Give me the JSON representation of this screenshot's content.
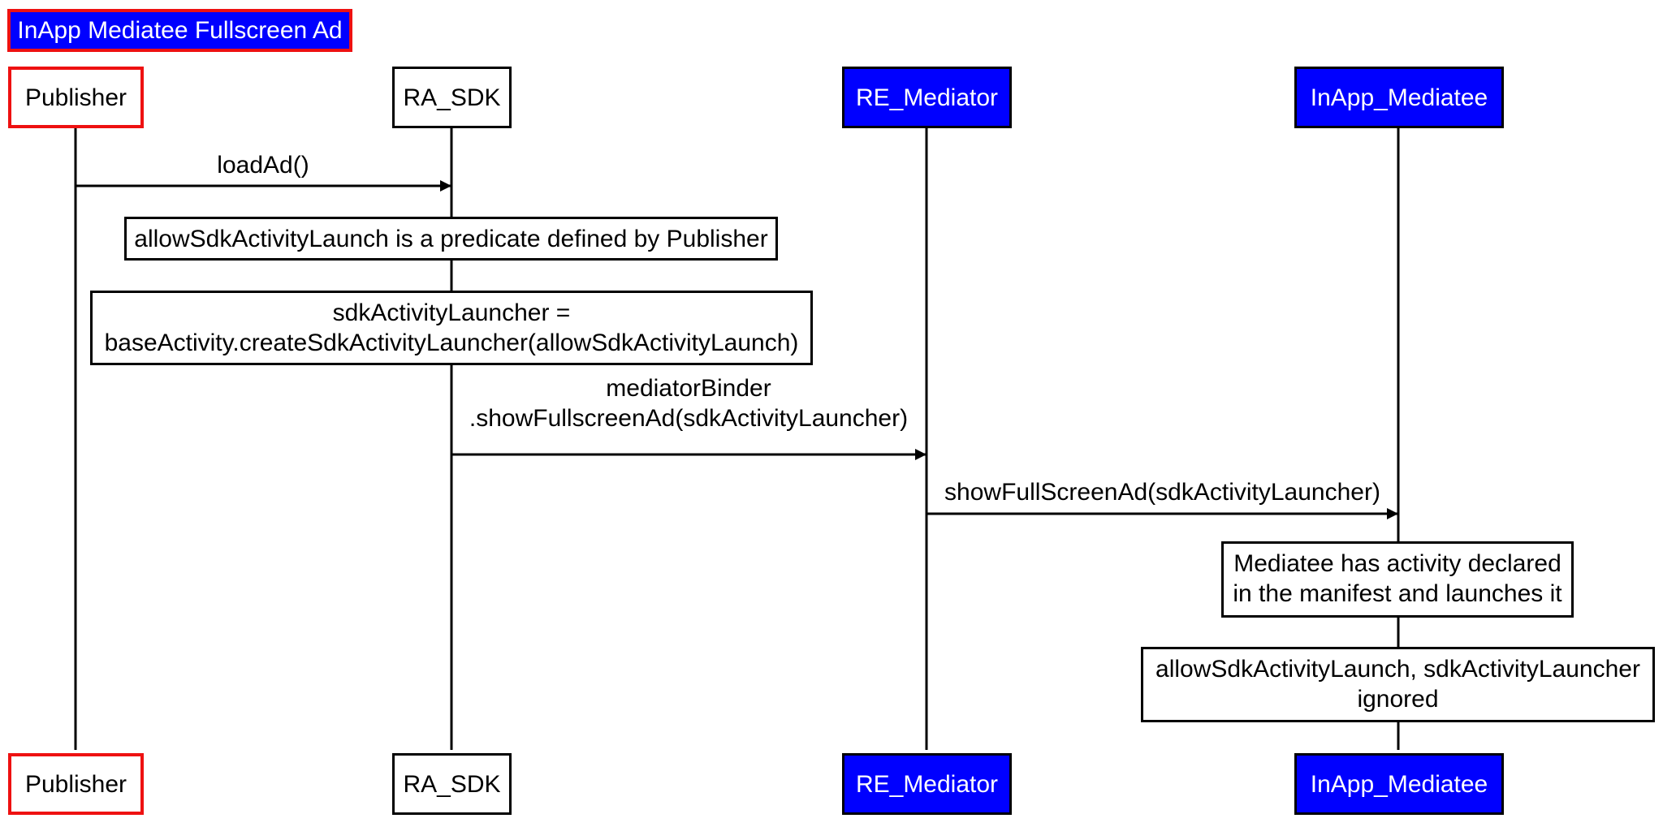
{
  "title": "InApp Mediatee Fullscreen Ad",
  "participants": [
    {
      "id": "publisher",
      "label": "Publisher"
    },
    {
      "id": "ra_sdk",
      "label": "RA_SDK"
    },
    {
      "id": "re_mediator",
      "label": "RE_Mediator"
    },
    {
      "id": "inapp_mediatee",
      "label": "InApp_Mediatee"
    }
  ],
  "messages": [
    {
      "from": "publisher",
      "to": "ra_sdk",
      "lines": [
        "loadAd()"
      ]
    },
    {
      "from": "ra_sdk",
      "to": "re_mediator",
      "lines": [
        "mediatorBinder",
        ".showFullscreenAd(sdkActivityLauncher)"
      ]
    },
    {
      "from": "re_mediator",
      "to": "inapp_mediatee",
      "lines": [
        "showFullScreenAd(sdkActivityLauncher)"
      ]
    }
  ],
  "notes": [
    {
      "over": "ra_sdk",
      "lines": [
        "allowSdkActivityLaunch is a predicate defined by Publisher"
      ]
    },
    {
      "over": "ra_sdk",
      "lines": [
        "sdkActivityLauncher =",
        "baseActivity.createSdkActivityLauncher(allowSdkActivityLaunch)"
      ]
    },
    {
      "over": "inapp_mediatee",
      "lines": [
        "Mediatee has activity declared",
        "in the manifest and launches it"
      ]
    },
    {
      "over": "inapp_mediatee",
      "lines": [
        "allowSdkActivityLaunch, sdkActivityLauncher",
        "ignored"
      ]
    }
  ],
  "colors": {
    "participant_blue": "#0000ff",
    "publisher_border": "#ee1111",
    "line": "#000000"
  }
}
